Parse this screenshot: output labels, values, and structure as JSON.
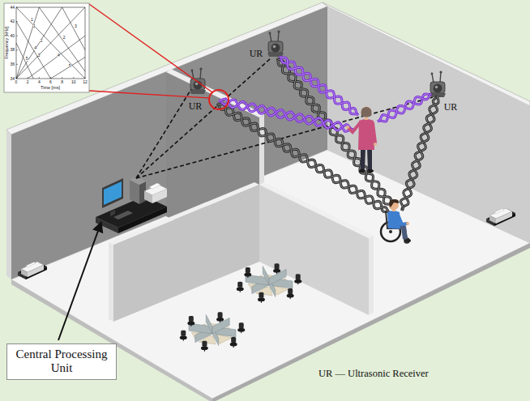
{
  "diagram": {
    "nodes": [
      {
        "text": [
          "Central Processing Unit"
        ]
      }
    ],
    "labels": [
      "Frequency [kHz]",
      "Time [ms]",
      "0",
      "2",
      "4",
      "6",
      "8",
      "10",
      "12",
      "34",
      "36",
      "38",
      "40",
      "42",
      "44",
      "1",
      "2",
      "3",
      "4",
      "5",
      "1",
      "2",
      "3",
      "4",
      "5",
      "UR",
      "UR",
      "UR",
      "UR — Ultrasonic Receiver"
    ]
  }
}
